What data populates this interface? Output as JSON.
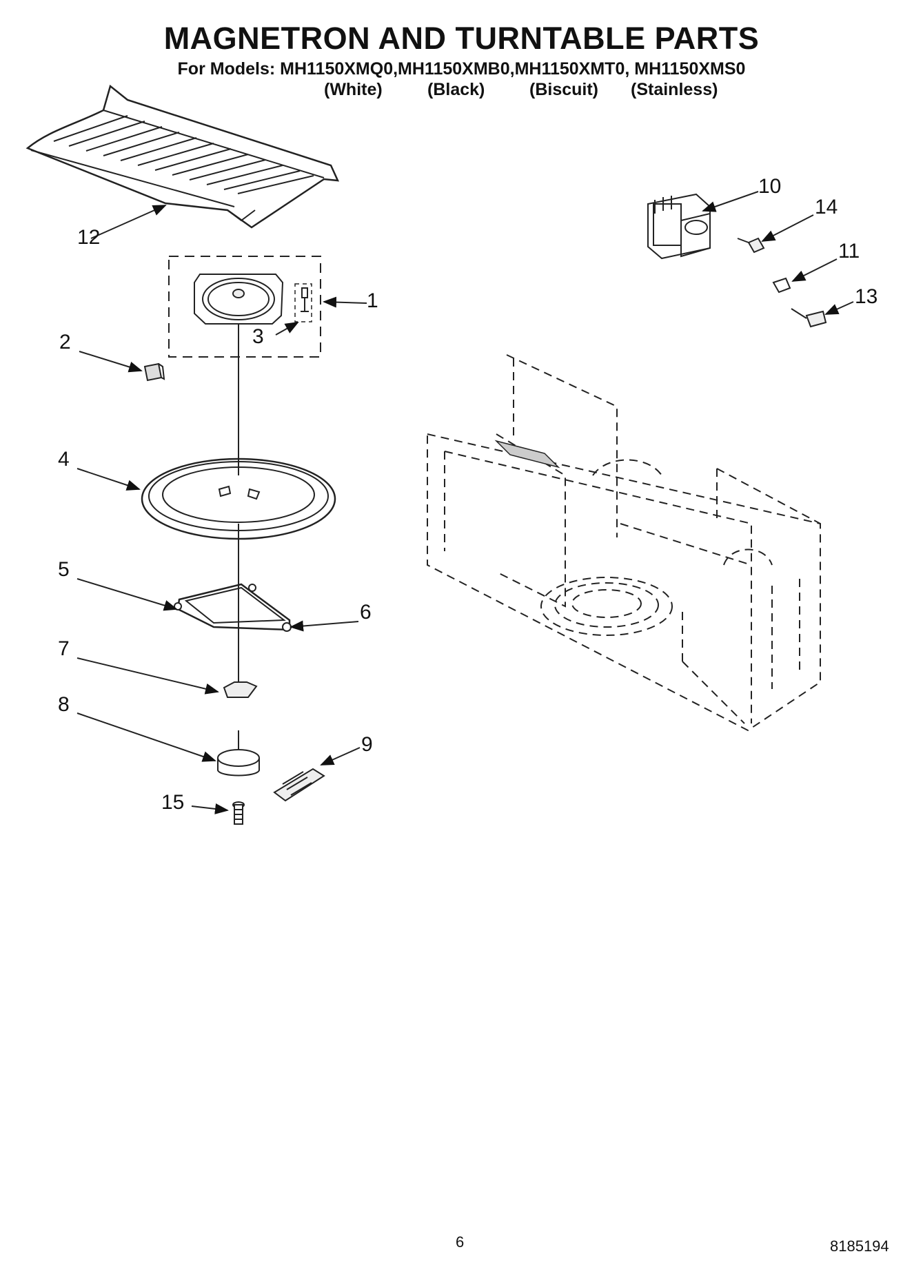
{
  "title": "MAGNETRON AND TURNTABLE PARTS",
  "models_line": "For Models: MH1150XMQ0,MH1150XMB0,MH1150XMT0, MH1150XMS0",
  "variants": [
    "(White)",
    "(Black)",
    "(Biscuit)",
    "(Stainless)"
  ],
  "part_labels": {
    "p1": "1",
    "p2": "2",
    "p3": "3",
    "p4": "4",
    "p5": "5",
    "p6": "6",
    "p7": "7",
    "p8": "8",
    "p9": "9",
    "p10": "10",
    "p11": "11",
    "p12": "12",
    "p13": "13",
    "p14": "14",
    "p15": "15"
  },
  "page_number": "6",
  "doc_number": "8185194"
}
